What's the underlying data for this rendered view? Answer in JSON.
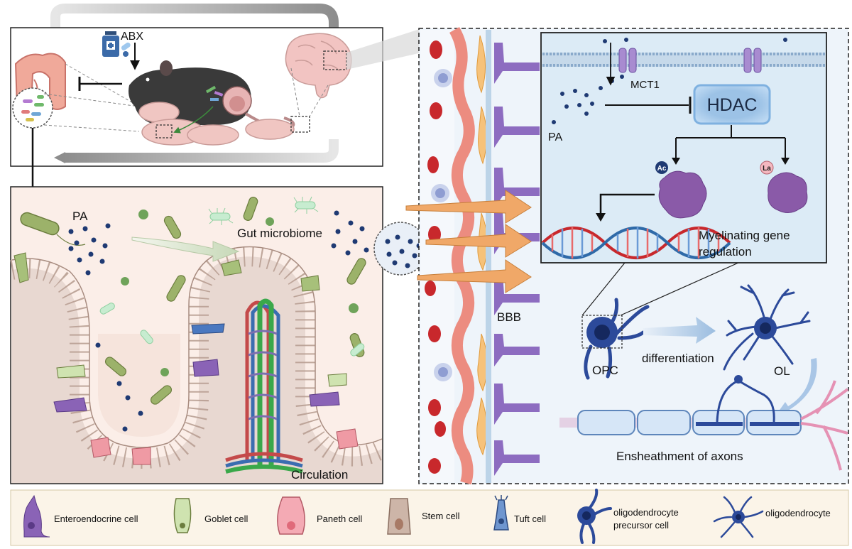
{
  "colors": {
    "gut_panel_bg": "#fbeee8",
    "brain_panel_bg": "#eef4fa",
    "inset_bg": "#dcebf6",
    "legend_bg": "#fbf4e8",
    "pa_dot": "#1f3a73",
    "arrow_orange": "#f0a868",
    "rbc": "#c8282c",
    "astrocyte": "#7b5bb0",
    "dna_red": "#c8282c",
    "dna_blue": "#2f6aa8",
    "hdac_fill": "#9cc2e6",
    "protein": "#8a5aa8",
    "oligodendrocyte": "#2c4a9a"
  },
  "top_panel": {
    "abx_label": "ABX"
  },
  "gut_panel": {
    "pa_label": "PA",
    "microbiome_label": "Gut microbiome",
    "circulation_label": "Circulation"
  },
  "brain_panel": {
    "bbb_label": "BBB",
    "opc_label": "OPC",
    "ol_label": "OL",
    "differentiation_label": "differentiation",
    "ensheathment_label": "Ensheathment of axons"
  },
  "inset": {
    "pa_label": "PA",
    "mct1_label": "MCT1",
    "hdac_label": "HDAC",
    "ac_label": "Ac",
    "la_label": "La",
    "gene_label_line1": "Myelinating gene",
    "gene_label_line2": "regulation"
  },
  "legend": {
    "items": [
      {
        "label": "Enteroendocrine cell",
        "icon": "enteroendocrine-cell-icon"
      },
      {
        "label": "Goblet cell",
        "icon": "goblet-cell-icon"
      },
      {
        "label": "Paneth cell",
        "icon": "paneth-cell-icon"
      },
      {
        "label": "Stem cell",
        "icon": "stem-cell-icon"
      },
      {
        "label": "Tuft cell",
        "icon": "tuft-cell-icon"
      },
      {
        "label_line1": "oligodendrocyte",
        "label_line2": "precursor cell",
        "icon": "opc-icon"
      },
      {
        "label": "oligodendrocyte",
        "icon": "oligodendrocyte-icon"
      }
    ]
  }
}
